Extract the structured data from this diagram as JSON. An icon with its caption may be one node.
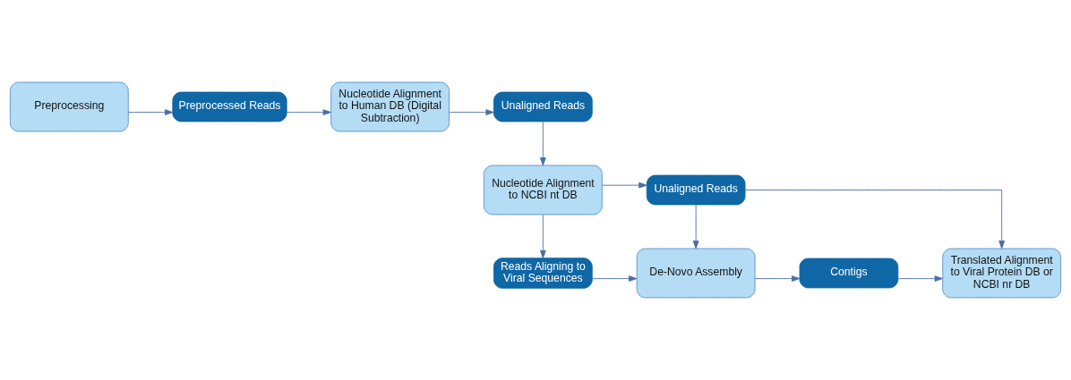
{
  "diagram": {
    "nodes": [
      {
        "text": [
          "Preprocessing"
        ]
      },
      {
        "text": [
          "Preprocessed Reads"
        ]
      },
      {
        "text": [
          "Nucleotide Alignment to Human DB (Digital Subtraction)"
        ]
      },
      {
        "text": [
          "Unaligned Reads"
        ]
      },
      {
        "text": [
          "Nucleotide Alignment to NCBI nt DB"
        ]
      },
      {
        "text": [
          "Unaligned Reads"
        ]
      },
      {
        "text": [
          "Translated Alignment to Viral Protein DB or NCBI nr DB"
        ]
      },
      {
        "text": [
          "Contigs"
        ]
      },
      {
        "text": [
          "De-Novo Assembly"
        ]
      },
      {
        "text": [
          "Reads Aligning to Viral Sequences"
        ]
      }
    ],
    "edges": [
      {
        "from": 0,
        "to": 1,
        "arrow": "to"
      },
      {
        "from": 1,
        "to": 2,
        "arrow": "to"
      },
      {
        "from": 2,
        "to": 3,
        "arrow": "to"
      },
      {
        "from": 3,
        "to": 4,
        "arrow": "to"
      },
      {
        "from": 4,
        "to": 5,
        "arrow": "to"
      },
      {
        "from": 4,
        "to": 9,
        "arrow": "to"
      },
      {
        "from": 5,
        "to": 6,
        "arrow": "to"
      },
      {
        "from": 5,
        "to": 8,
        "arrow": "to"
      },
      {
        "from": 9,
        "to": 8,
        "arrow": "to"
      },
      {
        "from": 8,
        "to": 7,
        "arrow": "to"
      },
      {
        "from": 7,
        "to": 6,
        "arrow": "to"
      }
    ]
  }
}
